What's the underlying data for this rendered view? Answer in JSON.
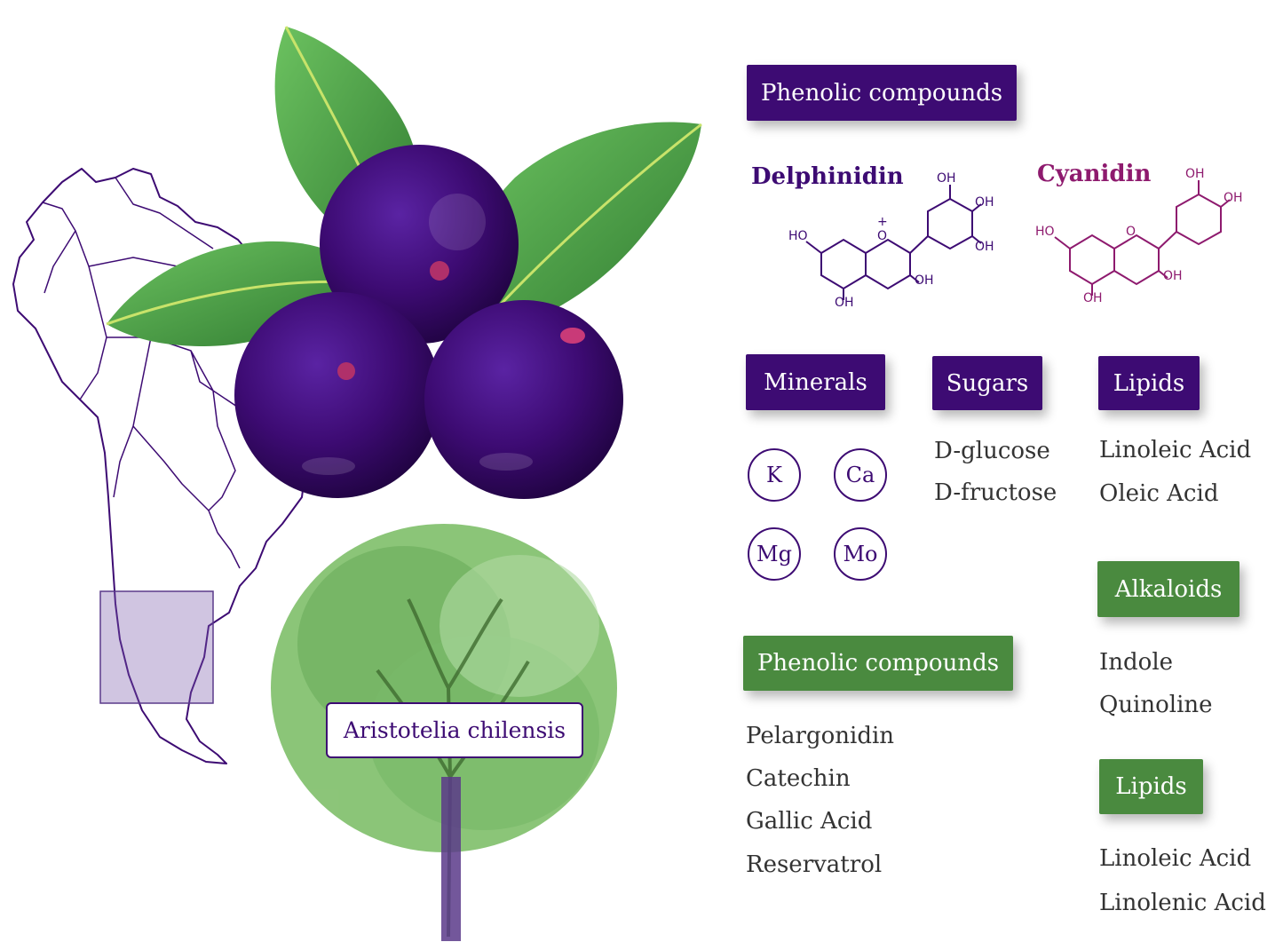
{
  "species_label": "Aristotelia chilensis",
  "berry_compounds": {
    "heading": "Phenolic compounds",
    "compounds": [
      {
        "name": "Delphinidin",
        "color": "#3d0b73"
      },
      {
        "name": "Cyanidin",
        "color": "#8e1a6e"
      }
    ],
    "structure_labels": {
      "oh": "OH",
      "ho": "HO",
      "plus": "+",
      "o": "O"
    }
  },
  "minerals": {
    "heading": "Minerals",
    "items": [
      "K",
      "Ca",
      "Mg",
      "Mo"
    ]
  },
  "sugars": {
    "heading": "Sugars",
    "items": [
      "D-glucose",
      "D-fructose"
    ]
  },
  "berry_lipids": {
    "heading": "Lipids",
    "items": [
      "Linoleic Acid",
      "Oleic Acid"
    ]
  },
  "leaf_phenolics": {
    "heading": "Phenolic compounds",
    "items": [
      "Pelargonidin",
      "Catechin",
      "Gallic Acid",
      "Reservatrol"
    ]
  },
  "alkaloids": {
    "heading": "Alkaloids",
    "items": [
      "Indole",
      "Quinoline"
    ]
  },
  "leaf_lipids": {
    "heading": "Lipids",
    "items": [
      "Linoleic Acid",
      "Linolenic Acid"
    ]
  },
  "colors": {
    "berry_purple": "#3d0b73",
    "leaf_green": "#4a8a3f",
    "cyanidin_magenta": "#8e1a6e",
    "map_outline": "#3d0b73"
  }
}
